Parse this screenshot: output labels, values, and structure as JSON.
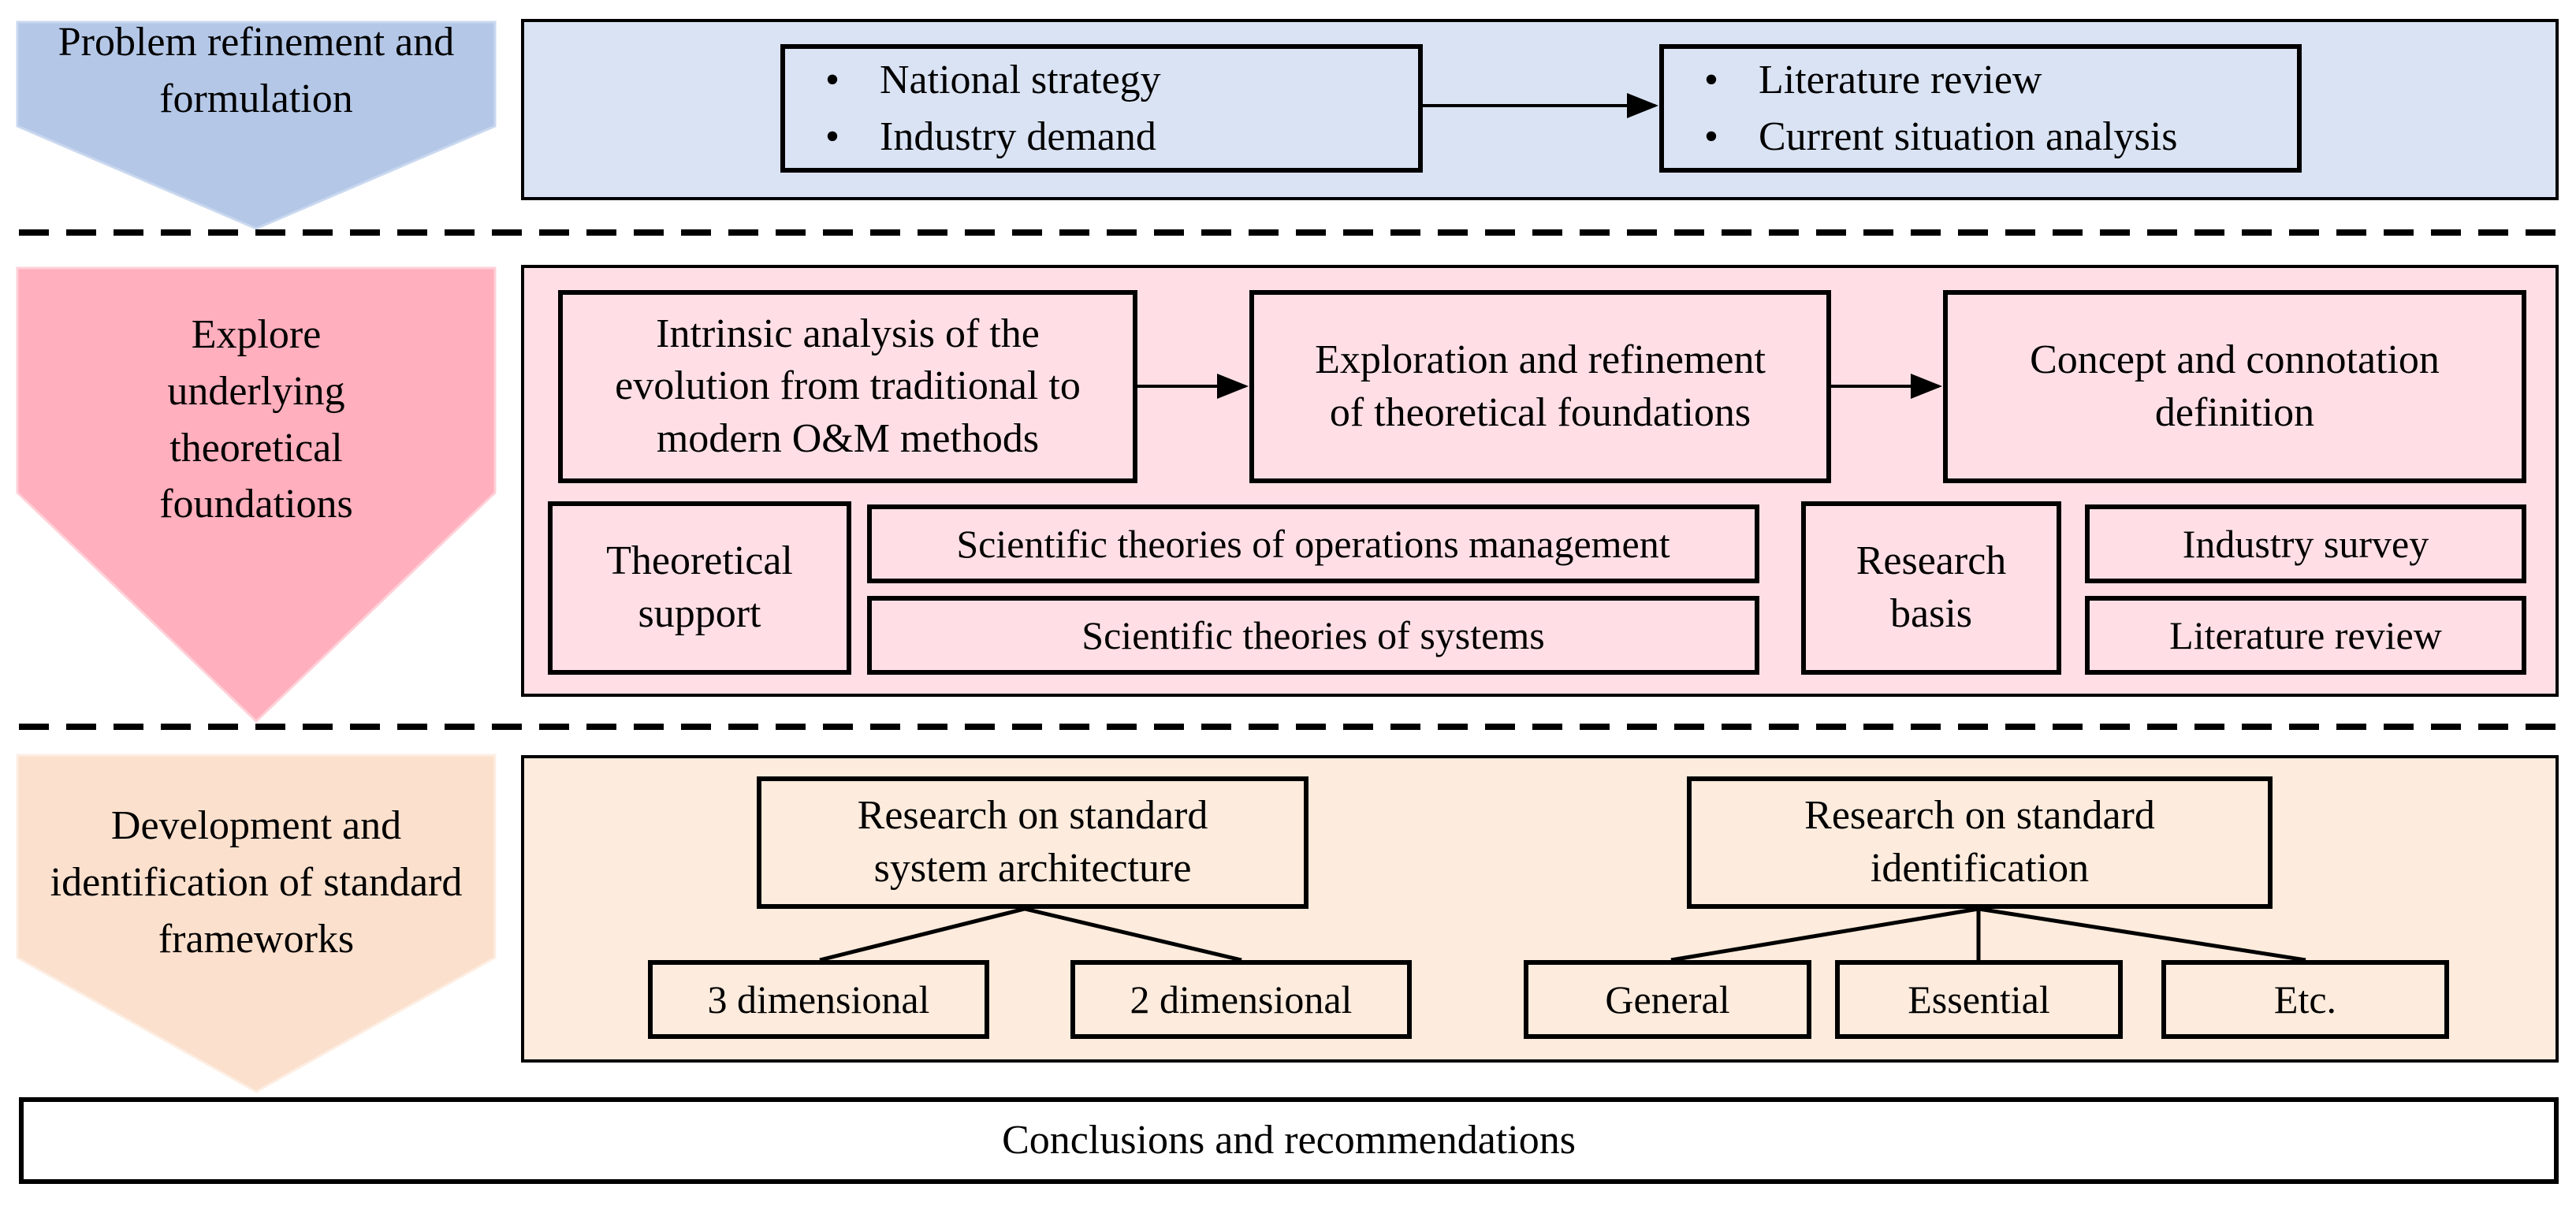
{
  "colors": {
    "blue_fill": "#dae3f3",
    "blue_arrow": "#b4c7e7",
    "pink_fill": "#ffdfe5",
    "pink_arrow": "#ffafbd",
    "peach_fill": "#fdebdd",
    "peach_arrow": "#fbe0cd"
  },
  "stages": [
    {
      "label": "Problem refinement and formulation"
    },
    {
      "label": "Explore underlying theoretical foundations"
    },
    {
      "label": "Development and identification of standard frameworks"
    }
  ],
  "problem": {
    "left_items": [
      "National strategy",
      "Industry demand"
    ],
    "right_items": [
      "Literature review",
      "Current situation analysis"
    ]
  },
  "theory": {
    "flow": [
      "Intrinsic analysis of the evolution from traditional to modern O&M methods",
      "Exploration and refinement of theoretical foundations",
      "Concept and connotation definition"
    ],
    "support_label": "Theoretical support",
    "support_items": [
      "Scientific theories of operations management",
      "Scientific theories of systems"
    ],
    "basis_label": "Research basis",
    "basis_items": [
      "Industry survey",
      "Literature review"
    ]
  },
  "frameworks": {
    "architecture": {
      "title": "Research on standard system architecture",
      "children": [
        "3 dimensional",
        "2 dimensional"
      ]
    },
    "identification": {
      "title": "Research on standard identification",
      "children": [
        "General",
        "Essential",
        "Etc."
      ]
    }
  },
  "conclusion": "Conclusions and recommendations"
}
